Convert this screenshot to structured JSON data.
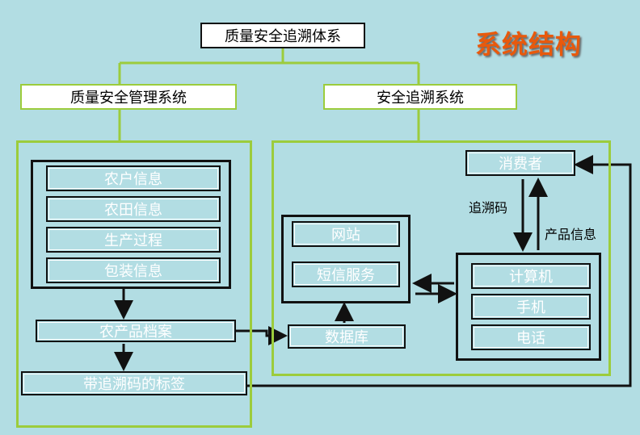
{
  "slide_title": "系统结构",
  "root": "质量安全追溯体系",
  "left_system": {
    "title": "质量安全管理系统",
    "items": [
      "农户信息",
      "农田信息",
      "生产过程",
      "包装信息"
    ],
    "archive": "农产品档案",
    "label_tag": "带追溯码的标签"
  },
  "right_system": {
    "title": "安全追溯系统",
    "web_items": [
      "网站",
      "短信服务"
    ],
    "database": "数据库",
    "consumer": "消费者",
    "device_items": [
      "计算机",
      "手机",
      "电话"
    ],
    "arrow_trace_code": "追溯码",
    "arrow_product_info": "产品信息"
  },
  "colors": {
    "background": "#b2dde3",
    "green_border": "#9ccc3c",
    "title_orange": "#e8590c"
  }
}
